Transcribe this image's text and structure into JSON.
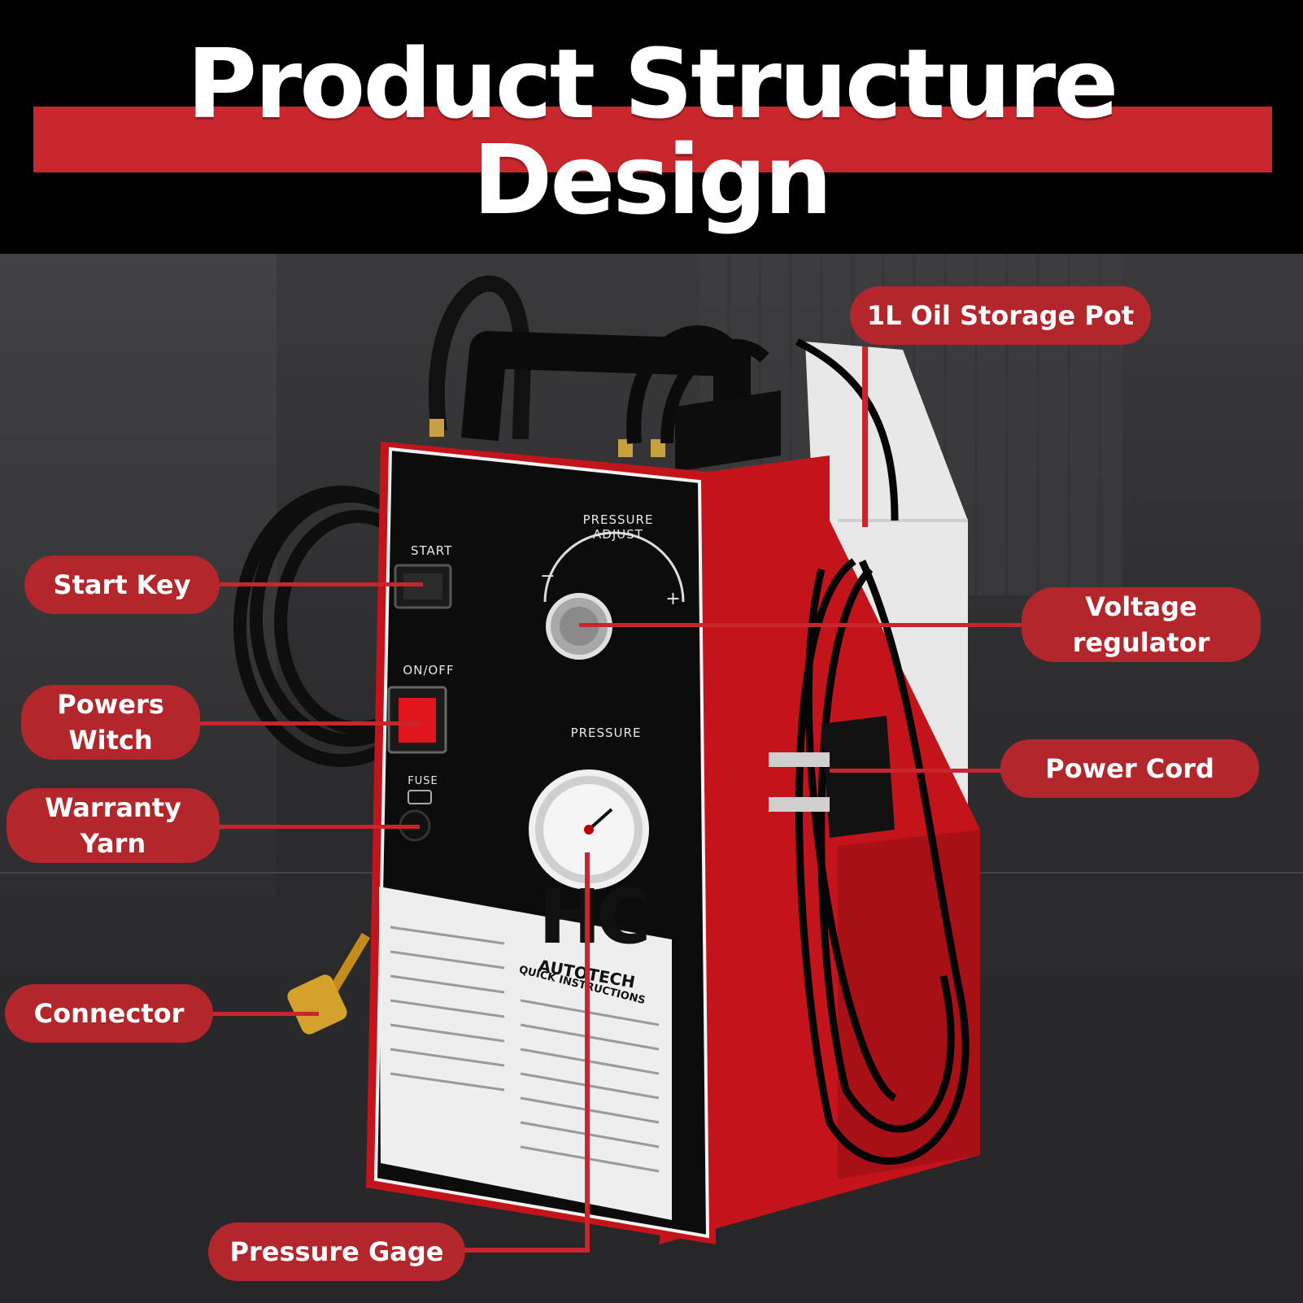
{
  "header": {
    "title": "Product Structure Design"
  },
  "labels": {
    "oil_pot": "1L Oil Storage Pot",
    "start_key": "Start Key",
    "voltage_regulator": "Voltage\nregulator",
    "power_switch": "Powers\nWitch",
    "power_cord": "Power Cord",
    "warranty_yarn": "Warranty\nYarn",
    "connector": "Connector",
    "pressure_gage": "Pressure Gage"
  },
  "panel": {
    "start": "START",
    "pressure_adjust": "PRESSURE\nADJUST",
    "minus": "−",
    "plus": "+",
    "on_off": "ON/OFF",
    "pressure": "PRESSURE",
    "fuse": "FUSE",
    "brand_hc": "HC",
    "brand_autotech": "AUTOTECH",
    "quick_instructions": "QUICK INSTRUCTIONS"
  },
  "colors": {
    "accent_red": "#c6262c",
    "label_red": "#b3262b",
    "header_bg": "#000000"
  }
}
